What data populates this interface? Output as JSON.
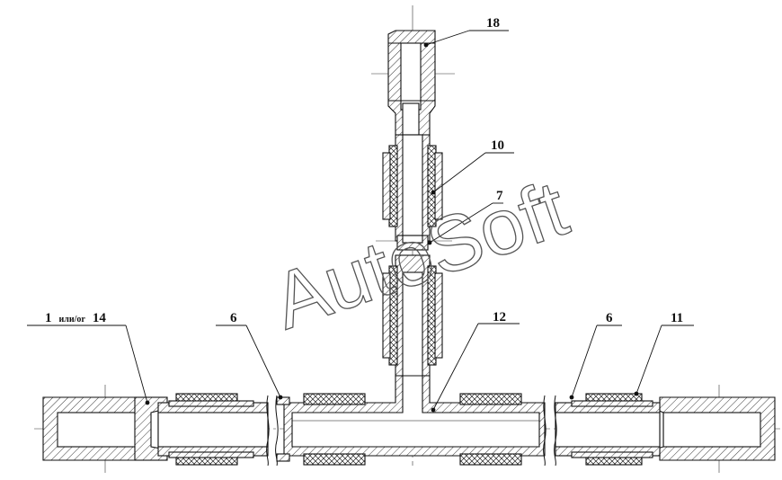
{
  "callouts": {
    "c18": "18",
    "c10": "10",
    "c7": "7",
    "c12": "12",
    "c6_left": "6",
    "c6_right": "6",
    "c11": "11",
    "c1_num": "1",
    "c1_mid": "или/or",
    "c1_num2": "14"
  },
  "watermark": "AutoSoft"
}
